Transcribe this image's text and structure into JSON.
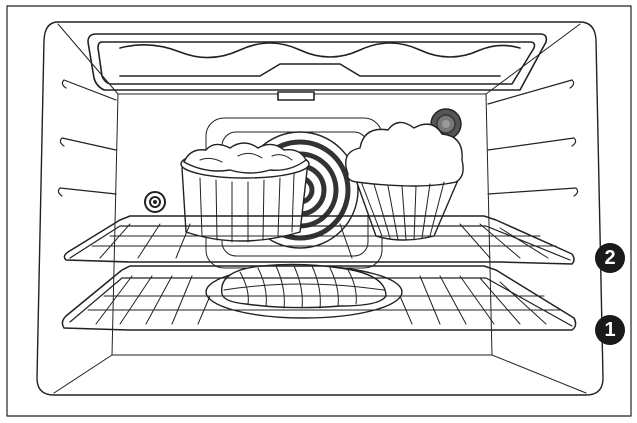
{
  "shelf_positions": [
    {
      "label": "1"
    },
    {
      "label": "2"
    }
  ],
  "icons": [
    "oven-cavity",
    "top-heating-element",
    "convection-fan",
    "oven-light",
    "rack-sensor",
    "upper-rack",
    "lower-rack",
    "cake",
    "muffin",
    "loaf"
  ],
  "colors": {
    "line": "#222222",
    "badge_fill": "#1a1a1a",
    "badge_text": "#ffffff",
    "cavity_back": "#ffffff",
    "light": "#555555"
  }
}
